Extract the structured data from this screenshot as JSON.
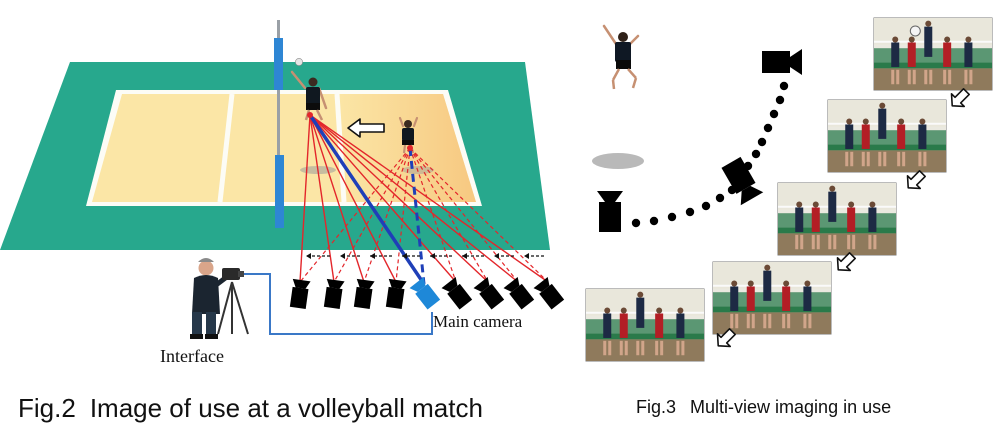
{
  "figure2": {
    "caption_number": "Fig.2",
    "caption_text": "Image of use at a volleyball match",
    "label_interface": "Interface",
    "label_main_camera": "Main camera"
  },
  "figure3": {
    "caption_number": "Fig.3",
    "caption_text": "Multi-view imaging in use"
  },
  "colors": {
    "court_outer": "#27a88d",
    "court_inner": "#fbe6a6",
    "court_highlight": "#f8cd83",
    "sight_lines": "#e3262b",
    "main_line": "#1f3fb8",
    "main_camera": "#1e88d8",
    "net_pole": "#2e86d4"
  }
}
